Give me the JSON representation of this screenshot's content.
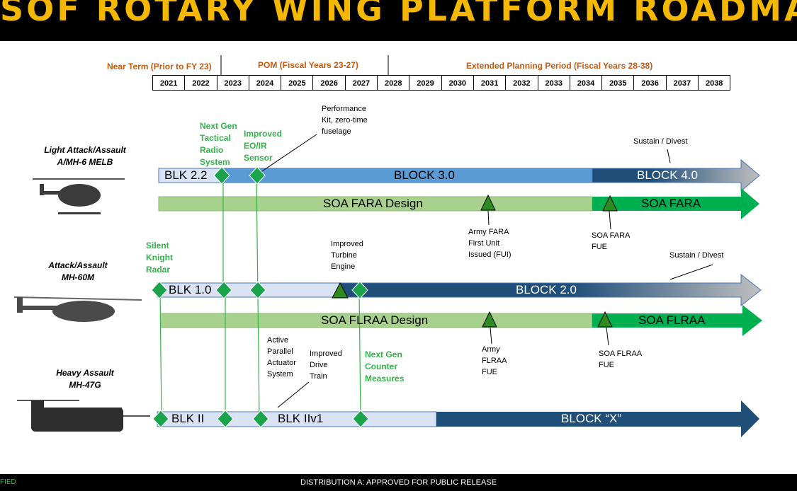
{
  "title": "SOF ROTARY WING PLATFORM ROADMAP",
  "periods": {
    "near": "Near Term (Prior to FY 23)",
    "pom": "POM (Fiscal Years 23-27)",
    "extended": "Extended Planning Period (Fiscal Years 28-38)"
  },
  "years": [
    "2021",
    "2022",
    "2023",
    "2024",
    "2025",
    "2026",
    "2027",
    "2028",
    "2029",
    "2030",
    "2031",
    "2032",
    "2033",
    "2034",
    "2035",
    "2036",
    "2037",
    "2038"
  ],
  "platforms": {
    "light": [
      "Light Attack/Assault",
      "A/MH-6 MELB"
    ],
    "attack": [
      "Attack/Assault",
      "MH-60M"
    ],
    "heavy": [
      "Heavy Assault",
      "MH-47G"
    ]
  },
  "bars": {
    "blk22": "BLK 2.2",
    "block30": "BLOCK 3.0",
    "block40": "BLOCK 4.0",
    "fara_design": "SOA FARA Design",
    "soa_fara": "SOA FARA",
    "blk10": "BLK 1.0",
    "block20": "BLOCK 2.0",
    "flraa_design": "SOA FLRAA Design",
    "soa_flraa": "SOA FLRAA",
    "blkii": "BLK II",
    "blkiiv1": "BLK IIv1",
    "blockx": "BLOCK “X”"
  },
  "milestones": {
    "next_gen_radio": [
      "Next Gen",
      "Tactical",
      "Radio",
      "System"
    ],
    "improved_eoir": [
      "Improved",
      "EO/IR",
      "Sensor"
    ],
    "perf_kit": [
      "Performance",
      "Kit, zero-time",
      "fuselage"
    ],
    "sustain1": "Sustain / Divest",
    "army_fara": [
      "Army FARA",
      "First Unit",
      "Issued (FUI)"
    ],
    "soa_fara_fue": [
      "SOA FARA",
      "FUE"
    ],
    "silent_knight": [
      "Silent",
      "Knight",
      "Radar"
    ],
    "improved_turbine": [
      "Improved",
      "Turbine",
      "Engine"
    ],
    "sustain2": "Sustain / Divest",
    "army_flraa": [
      "Army",
      "FLRAA",
      "FUE"
    ],
    "soa_flraa_fue": [
      "SOA FLRAA",
      "FUE"
    ],
    "active_parallel": [
      "Active",
      "Parallel",
      "Actuator",
      "System"
    ],
    "improved_drive": [
      "Improved",
      "Drive",
      "Train"
    ],
    "next_gen_cm": [
      "Next Gen",
      "Counter",
      "Measures"
    ]
  },
  "footer": {
    "left": "FIED",
    "center": "DISTRIBUTION A: APPROVED FOR PUBLIC RELEASE"
  },
  "colors": {
    "title": "#f5b800",
    "orange": "#c55a11",
    "milestone_green": "#33b44a",
    "light_blue": "#d9e3f3",
    "mid_blue": "#5b9bd5",
    "dark_navy": "#1f4e79",
    "gray": "#a6a6a6",
    "light_green": "#a9d18e",
    "bright_green": "#00b050"
  }
}
